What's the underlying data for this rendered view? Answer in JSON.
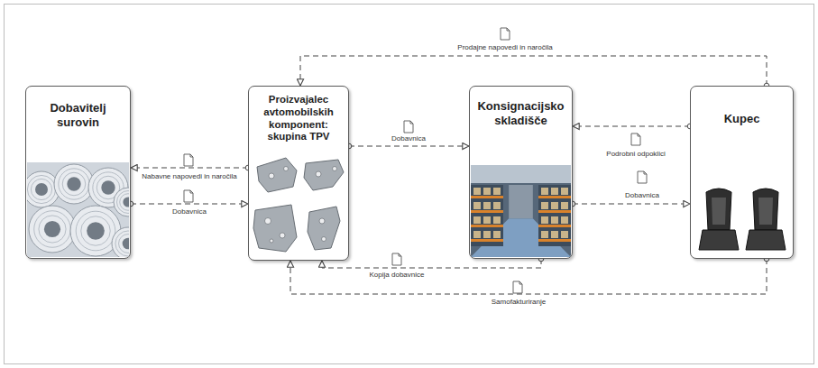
{
  "diagram": {
    "nodes": [
      {
        "text": [
          "Dobavitelj surovin"
        ]
      },
      {
        "text": [
          "Proizvajalec avtomobilskih komponent: skupina TPV"
        ]
      },
      {
        "text": [
          "Konsignacijsko skladišče"
        ]
      },
      {
        "text": [
          "Kupec"
        ]
      }
    ],
    "edges": [
      {
        "from": 1,
        "to": 0,
        "label": "Nabavne napovedi in naročila",
        "arrow": "to"
      },
      {
        "from": 0,
        "to": 1,
        "label": "Dobavnica",
        "arrow": "to"
      },
      {
        "from": 1,
        "to": 2,
        "label": "Dobavnica",
        "arrow": "to"
      },
      {
        "from": 3,
        "to": 2,
        "label": "Podrobni odpoklici",
        "arrow": "to"
      },
      {
        "from": 2,
        "to": 3,
        "label": "Dobavnica",
        "arrow": "to"
      },
      {
        "from": 3,
        "to": 1,
        "label": "Prodajne napovedi in naročila",
        "arrow": "to"
      },
      {
        "from": 2,
        "to": 1,
        "label": "Kopija dobavnice",
        "arrow": "to"
      },
      {
        "from": 3,
        "to": 1,
        "label": "Samofakturiranje",
        "arrow": "to"
      }
    ]
  }
}
